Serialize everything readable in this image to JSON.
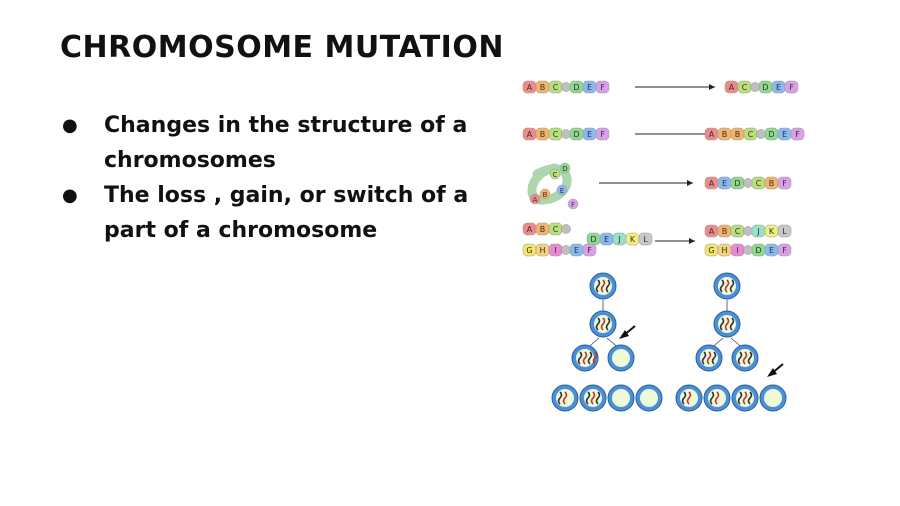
{
  "slide": {
    "title": "Chromosome Mutation",
    "bullets": [
      "Changes in the structure of a chromosomes",
      "The loss , gain, or switch of a part of a chromosome"
    ]
  },
  "figure": {
    "rows": [
      {
        "before": [
          "A",
          "B",
          "C",
          "D",
          "E",
          "F"
        ],
        "after": [
          "A",
          "C",
          "D",
          "E",
          "F"
        ]
      },
      {
        "before": [
          "A",
          "B",
          "C",
          "D",
          "E",
          "F"
        ],
        "after": [
          "A",
          "B",
          "B",
          "C",
          "D",
          "E",
          "F"
        ]
      },
      {
        "before": [
          "A",
          "B",
          "C",
          "D",
          "E",
          "F"
        ],
        "after": [
          "A",
          "E",
          "D",
          "C",
          "B",
          "F"
        ]
      },
      {
        "before_top": [
          "A",
          "B",
          "C",
          "D",
          "E",
          "J",
          "K",
          "L"
        ],
        "before_bottom": [
          "G",
          "H",
          "I",
          "E",
          "F"
        ],
        "after_top": [
          "A",
          "B",
          "C",
          "J",
          "K",
          "L"
        ],
        "after_bottom": [
          "G",
          "H",
          "I",
          "D",
          "E",
          "F"
        ]
      }
    ],
    "colors": {
      "A": "#f08a8a",
      "B": "#f4b26a",
      "C": "#b8e07a",
      "D": "#8fd98f",
      "E": "#8ab8f0",
      "F": "#d9a0e8",
      "G": "#f3e56a",
      "H": "#f6d27a",
      "I": "#e88ad0",
      "J": "#9be0c8",
      "K": "#f0f080",
      "L": "#c8c8c8"
    }
  }
}
